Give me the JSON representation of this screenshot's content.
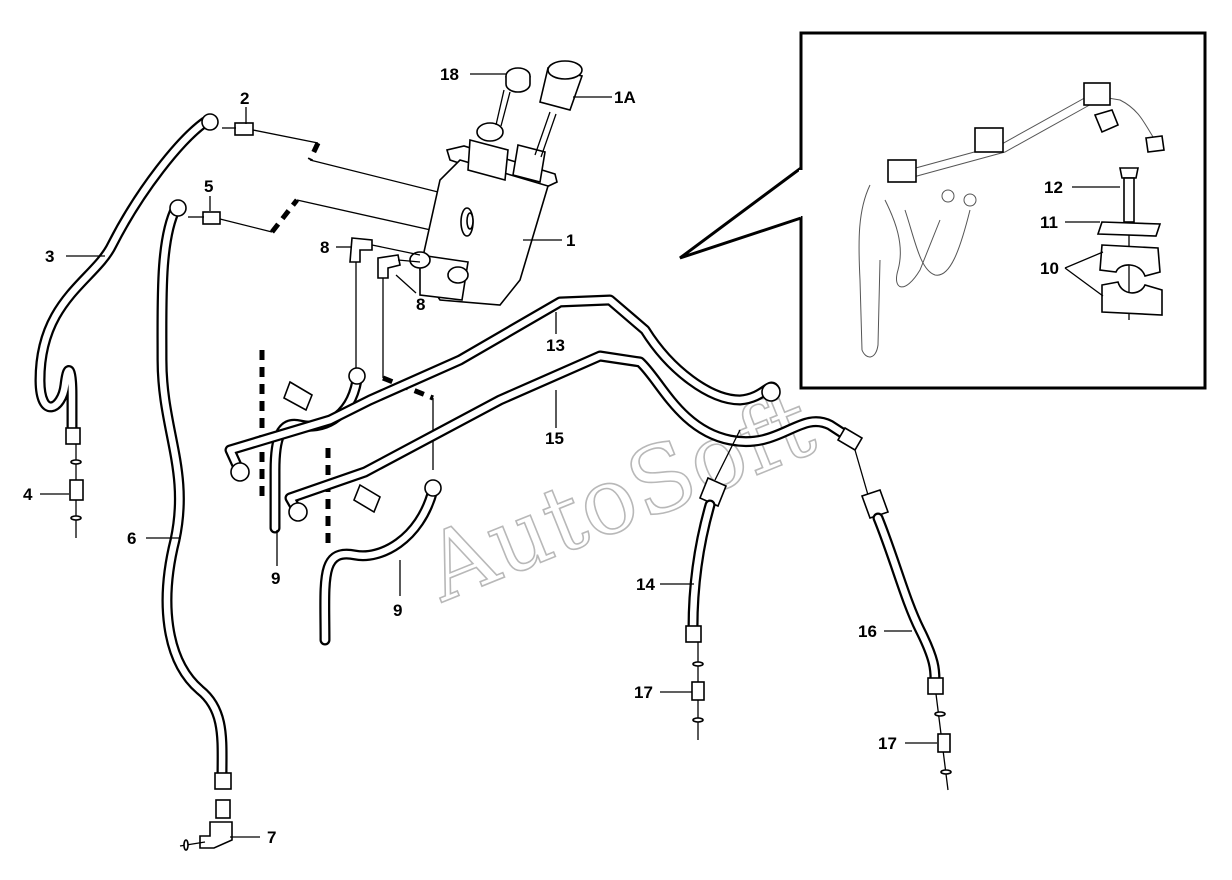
{
  "watermark": "AutoSoft",
  "callouts": {
    "c1": "1",
    "c1a": "1A",
    "c2": "2",
    "c3": "3",
    "c4": "4",
    "c5": "5",
    "c6": "6",
    "c7": "7",
    "c8a": "8",
    "c8b": "8",
    "c9a": "9",
    "c9b": "9",
    "c10": "10",
    "c11": "11",
    "c12": "12",
    "c13": "13",
    "c14": "14",
    "c15": "15",
    "c16": "16",
    "c17a": "17",
    "c17b": "17",
    "c18": "18"
  }
}
